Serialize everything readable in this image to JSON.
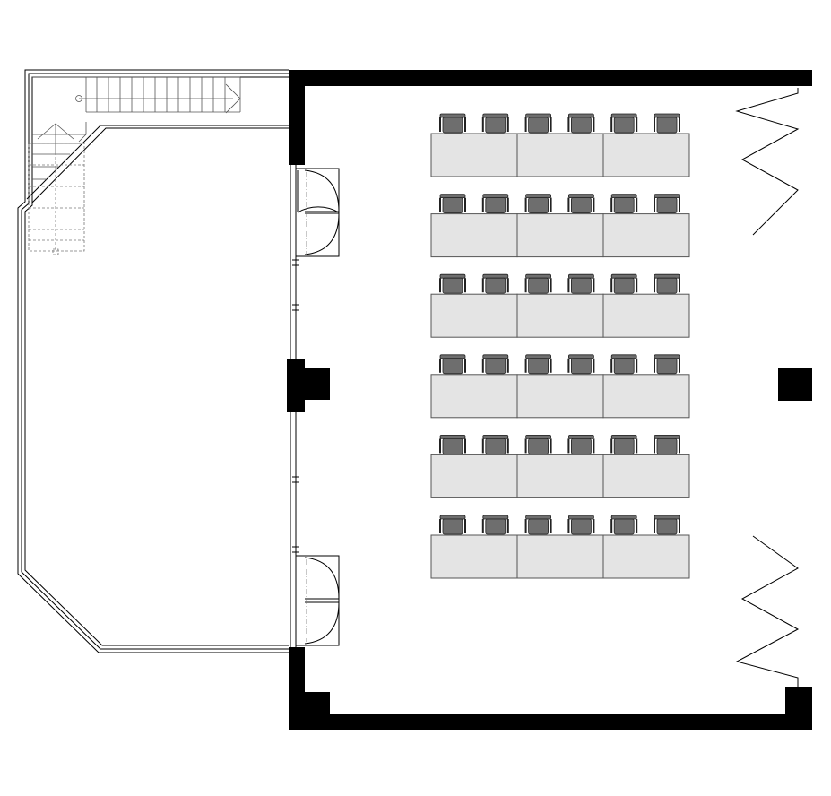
{
  "plan": {
    "rows": 6,
    "tables_per_row": 3,
    "chairs_per_row": 6
  },
  "colors": {
    "wall": "#000000",
    "table_fill": "#e4e4e4",
    "chair_fill": "#6e6e6e",
    "line": "#000000"
  }
}
